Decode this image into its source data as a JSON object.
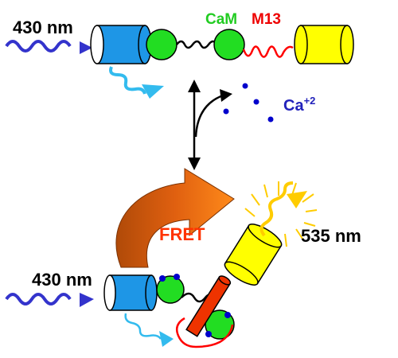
{
  "labels": {
    "excitation_top": "430 nm",
    "excitation_bottom": "430 nm",
    "emission": "535 nm",
    "cam": "CaM",
    "m13": "M13",
    "calcium": "Ca",
    "calcium_charge": "+2",
    "fret": "FRET"
  },
  "colors": {
    "cfp": "#1e96e6",
    "yfp": "#ffff00",
    "cam": "#22dd22",
    "m13": "#ff0000",
    "calcium": "#0000cc",
    "excitation": "#3333cc",
    "cfp_emission": "#33bbee",
    "yfp_emission": "#ffcc00",
    "fret_arrow": "#e06010",
    "helix": "#ee3300",
    "cam_label": "#22cc22",
    "m13_label": "#ee0000",
    "calcium_label": "#2222bb",
    "fret_label": "#ff3300"
  }
}
